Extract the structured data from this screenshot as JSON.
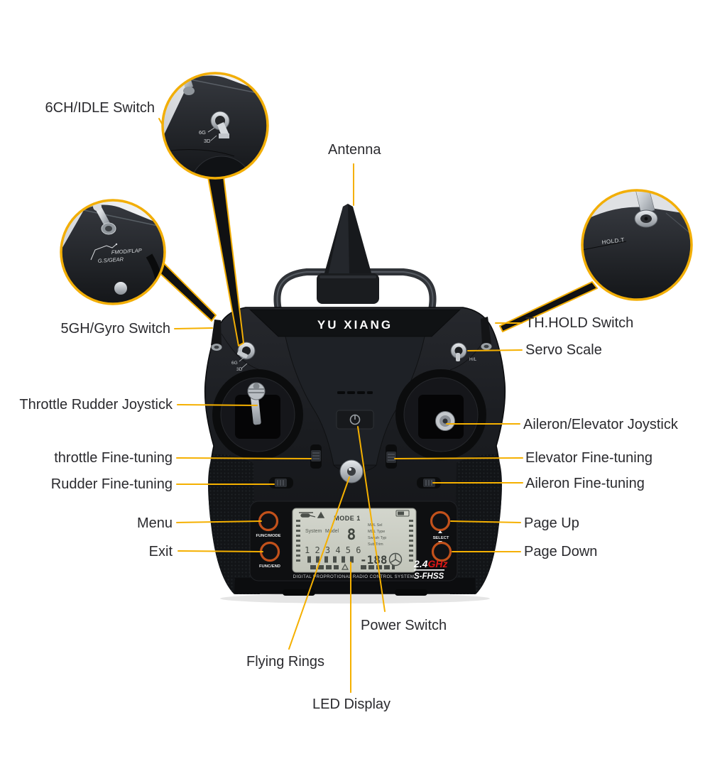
{
  "colors": {
    "callout_yellow": "#F2AE06",
    "label_text": "#2A2A2E",
    "logo_red": "#E01616",
    "button_ring_orange": "#C2511B",
    "lcd_background": "#C9CCC2"
  },
  "annotations": {
    "six_ch_idle": "6CH/IDLE Switch",
    "antenna": "Antenna",
    "five_gh_gyro": "5GH/Gyro Switch",
    "th_hold": "TH.HOLD Switch",
    "servo_scale": "Servo Scale",
    "throttle_rudder_joystick": "Throttle Rudder Joystick",
    "aileron_elevator_joystick": "Aileron/Elevator Joystick",
    "throttle_fine_tuning": "throttle Fine-tuning",
    "elevator_fine_tuning": "Elevator Fine-tuning",
    "rudder_fine_tuning": "Rudder Fine-tuning",
    "aileron_fine_tuning": "Aileron Fine-tuning",
    "menu": "Menu",
    "page_up": "Page Up",
    "exit": "Exit",
    "page_down": "Page Down",
    "power_switch": "Power Switch",
    "flying_rings": "Flying Rings",
    "led_display": "LED Display"
  },
  "device": {
    "brand": "YU XIANG",
    "mode_switch": {
      "upper": "6G",
      "lower": "3D"
    },
    "servo_scale_switch": "H/L",
    "buttons": {
      "func_mode": "FUNC/MODE",
      "func_end": "FUNC/END",
      "select": "SELECT"
    },
    "logo": {
      "freq": "2.4",
      "unit": "GHz",
      "protocol": "S-FHSS"
    },
    "tagline": "DIGITAL PROPROTIONAL RADIO CONTROL SYSTEM",
    "lcd": {
      "mode": "MODE 1",
      "system": "System",
      "model": "Model",
      "model_value": "8",
      "channels": "1 2 3 4 5 6",
      "trim_readout": "-188",
      "menu": [
        "MDL Sel",
        "MDL Type",
        "Swash Typ",
        "Sub Trim"
      ]
    }
  },
  "insets": {
    "top_left": {
      "upper": "6G",
      "lower": "3D"
    },
    "left": {
      "line1": "FMOD/FLAP",
      "line2": "G.S/GEAR"
    },
    "right": {
      "label": "HOLD.T"
    }
  }
}
